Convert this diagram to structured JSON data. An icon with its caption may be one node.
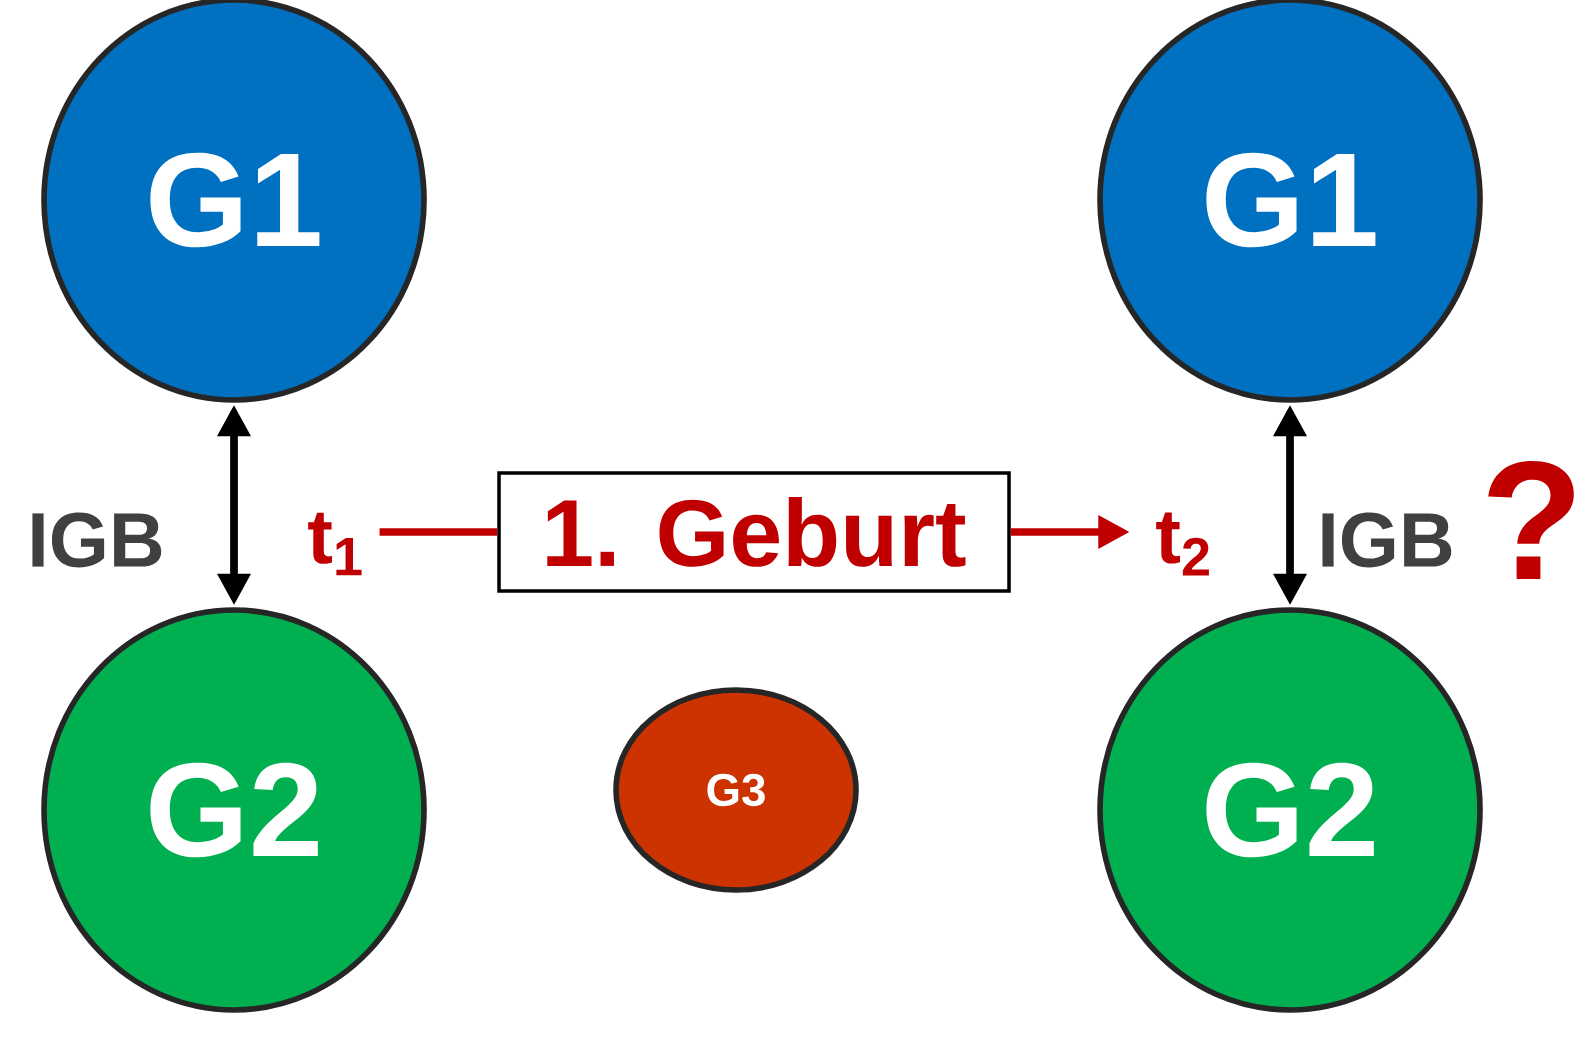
{
  "diagram": {
    "nodes": [
      {
        "text": [
          "G1"
        ]
      },
      {
        "text": [
          "G1"
        ]
      },
      {
        "text": [
          "t$_{1}$"
        ]
      },
      {
        "text": [
          "1. Geburt"
        ]
      },
      {
        "text": [
          "t$_{2}$"
        ]
      },
      {
        "text": [
          "G2"
        ]
      },
      {
        "text": [
          "G3"
        ]
      },
      {
        "text": [
          "G2"
        ]
      }
    ],
    "edges": [
      {
        "from": 0,
        "to": 5,
        "arrow": "both"
      },
      {
        "from": 2,
        "to": 3,
        "arrow": "none",
        "color": "#c00000"
      },
      {
        "from": 3,
        "to": 4,
        "arrow": "to",
        "color": "#c00000"
      },
      {
        "from": 1,
        "to": 7,
        "arrow": "both"
      }
    ],
    "labels": [
      "IGB",
      "IGB",
      "?"
    ]
  }
}
